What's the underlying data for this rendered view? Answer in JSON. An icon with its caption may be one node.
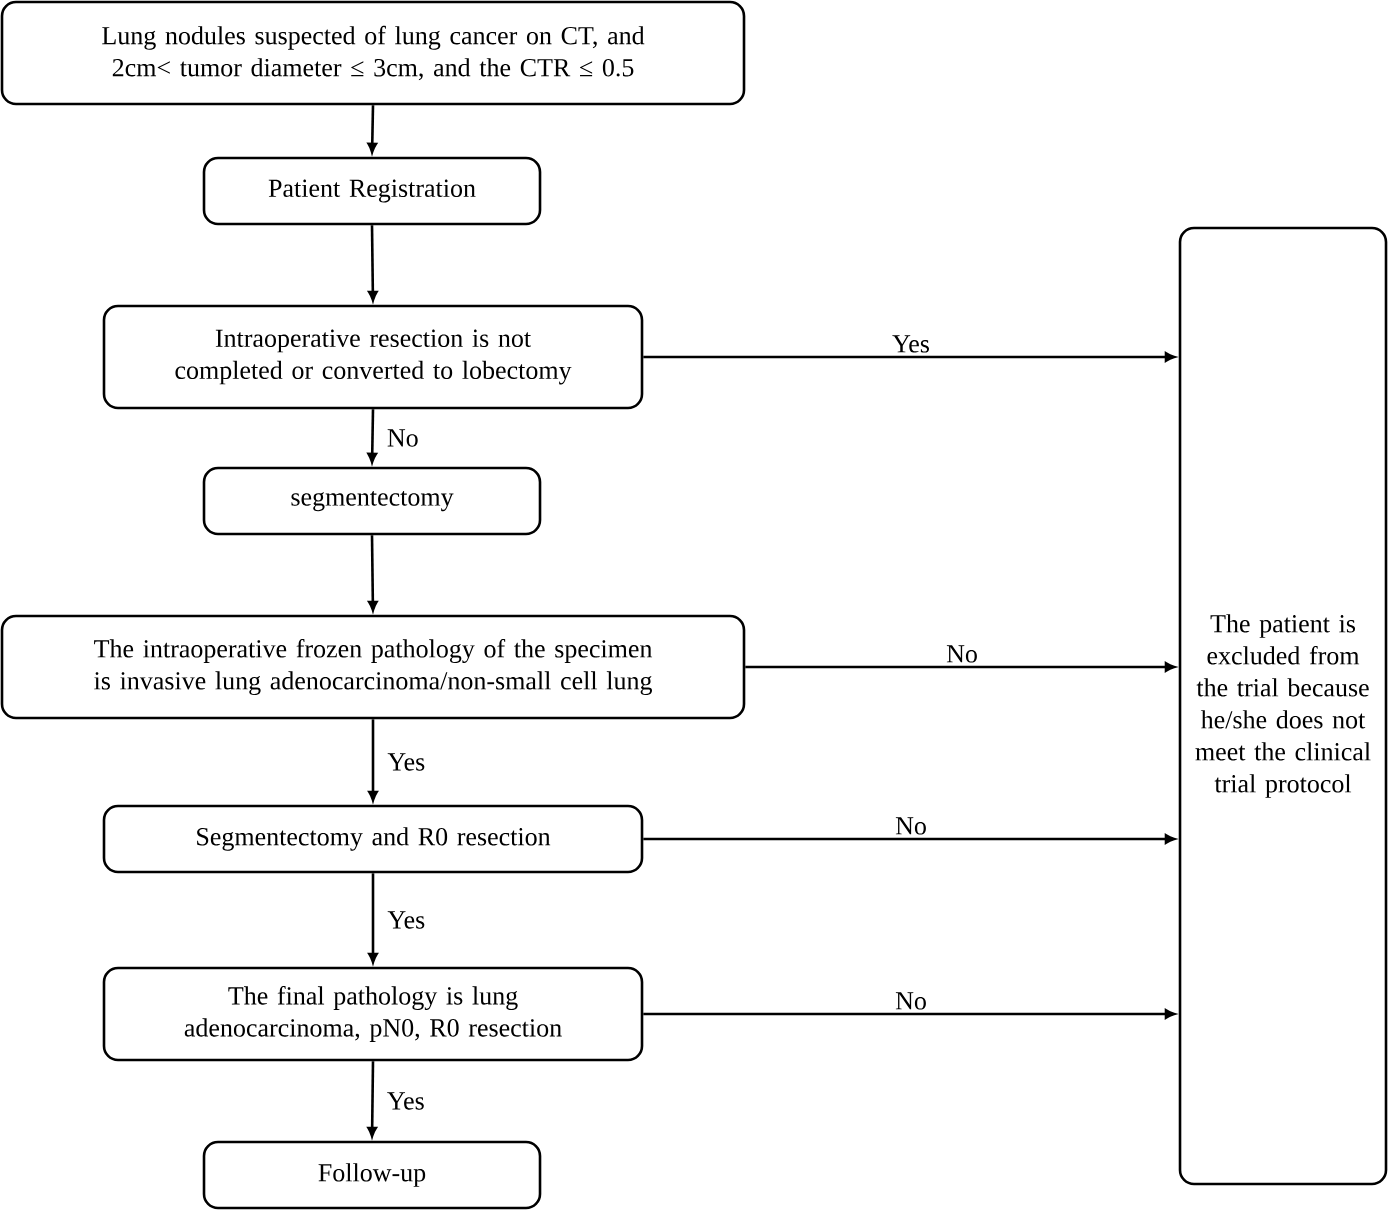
{
  "diagram": {
    "nodes": [
      {
        "text": [
          "Lung nodules suspected of lung cancer on CT, and 2cm< tumor diameter ≤ 3cm, and the CTR ≤ 0.5"
        ]
      },
      {
        "text": [
          "Patient Registration"
        ]
      },
      {
        "text": [
          "Intraoperative resection is not completed or converted to lobectomy"
        ]
      },
      {
        "text": [
          "segmentectomy"
        ]
      },
      {
        "text": [
          "The intraoperative frozen pathology of the specimen is invasive lung adenocarcinoma/non-small cell lung"
        ]
      },
      {
        "text": [
          "Segmentectomy and R0 resection"
        ]
      },
      {
        "text": [
          "The final pathology is lung adenocarcinoma, pN0, R0 resection"
        ]
      },
      {
        "text": [
          "Follow-up"
        ]
      },
      {
        "text": [
          "The patient is excluded from the trial because he/she does not meet the clinical trial protocol"
        ]
      }
    ],
    "edges": [
      {
        "from": 0,
        "to": 1,
        "arrow": "to"
      },
      {
        "from": 1,
        "to": 2,
        "arrow": "to"
      },
      {
        "from": 2,
        "to": 3,
        "arrow": "to",
        "label": "No"
      },
      {
        "from": 3,
        "to": 4,
        "arrow": "to"
      },
      {
        "from": 4,
        "to": 5,
        "arrow": "to",
        "label": "Yes"
      },
      {
        "from": 5,
        "to": 6,
        "arrow": "to",
        "label": "Yes"
      },
      {
        "from": 6,
        "to": 7,
        "arrow": "to",
        "label": "Yes"
      },
      {
        "from": 2,
        "to": 8,
        "arrow": "to",
        "label": "Yes"
      },
      {
        "from": 4,
        "to": 8,
        "arrow": "to",
        "label": "No"
      },
      {
        "from": 5,
        "to": 8,
        "arrow": "to",
        "label": "No"
      },
      {
        "from": 6,
        "to": 8,
        "arrow": "to",
        "label": "No"
      }
    ]
  }
}
